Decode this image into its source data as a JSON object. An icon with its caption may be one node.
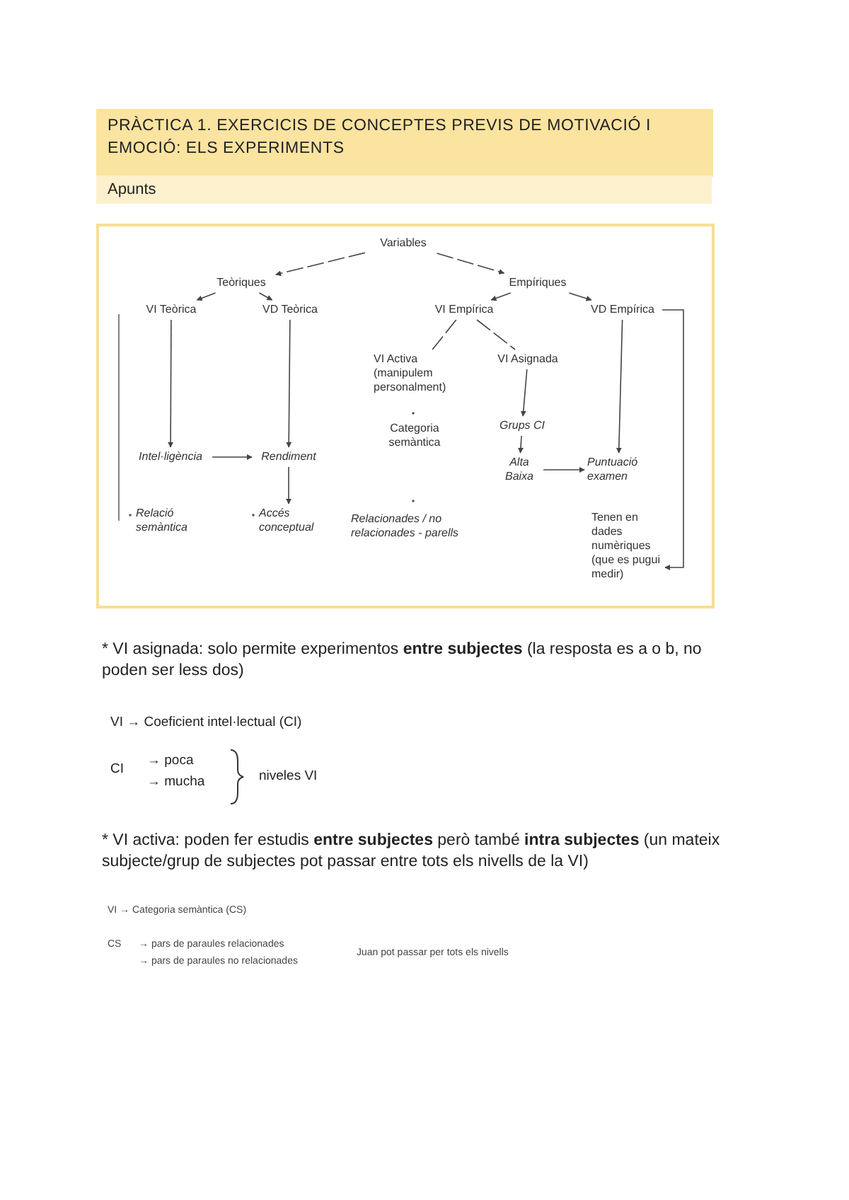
{
  "diagram": {
    "title": "PRÀCTICA 1. EXERCICIS DE CONCEPTES PREVIS DE MOTIVACIÓ I EMOCIÓ: ELS EXPERIMENTS",
    "nodes": [
      {
        "text": [
          "Variables"
        ]
      },
      {
        "text": [
          "Teòriques"
        ]
      },
      {
        "text": [
          "Empíriques"
        ]
      },
      {
        "text": [
          "VI Teòrica"
        ]
      },
      {
        "text": [
          "VD Teòrica"
        ]
      },
      {
        "text": [
          "VI Empírica"
        ]
      },
      {
        "text": [
          "VD Empírica"
        ]
      },
      {
        "text": [
          "VI Activa (manipulem personalment)"
        ]
      },
      {
        "text": [
          "VI Asignada"
        ]
      },
      {
        "text": [
          "Intel·ligència"
        ]
      },
      {
        "text": [
          "Rendiment"
        ]
      },
      {
        "text": [
          "Categoria semàntica"
        ]
      },
      {
        "text": [
          "Grups CI"
        ]
      },
      {
        "text": [
          "Alta Baixa"
        ]
      },
      {
        "text": [
          "Puntuació examen"
        ]
      },
      {
        "text": [
          "Relació semàntica"
        ]
      },
      {
        "text": [
          "Accés conceptual"
        ]
      },
      {
        "text": [
          "Relacionades / no relacionades - parells"
        ]
      },
      {
        "text": [
          "Tenen en dades numèriques (que es pugui medir)"
        ]
      }
    ],
    "edges": [
      {
        "from": 0,
        "to": 1,
        "arrow": "to",
        "style": "dashed"
      },
      {
        "from": 0,
        "to": 2,
        "arrow": "to",
        "style": "dashed"
      },
      {
        "from": 1,
        "to": 3,
        "arrow": "to"
      },
      {
        "from": 1,
        "to": 4,
        "arrow": "to"
      },
      {
        "from": 2,
        "to": 5,
        "arrow": "to"
      },
      {
        "from": 2,
        "to": 6,
        "arrow": "to"
      },
      {
        "from": 5,
        "to": 7,
        "arrow": "none",
        "style": "dashed"
      },
      {
        "from": 5,
        "to": 8,
        "arrow": "none",
        "style": "dashed"
      },
      {
        "from": 3,
        "to": 9,
        "arrow": "to"
      },
      {
        "from": 4,
        "to": 10,
        "arrow": "to"
      },
      {
        "from": 9,
        "to": 10,
        "arrow": "to"
      },
      {
        "from": 10,
        "to": 16,
        "arrow": "to"
      },
      {
        "from": 8,
        "to": 12,
        "arrow": "to"
      },
      {
        "from": 12,
        "to": 13,
        "arrow": "to"
      },
      {
        "from": 13,
        "to": 14,
        "arrow": "to"
      },
      {
        "from": 6,
        "to": 14,
        "arrow": "to"
      },
      {
        "from": 6,
        "to": 18,
        "arrow": "to"
      }
    ],
    "labels": [
      "Apunts",
      "* VI asignada: solo permite experimentos **entre subjectes** (la resposta es a o b, no poden ser less dos)",
      "VI → Coeficient intel·lectual (CI)",
      "CI",
      "→ poca",
      "→ mucha",
      "niveles VI",
      "* VI activa: poden fer estudis **entre subjectes** però també **intra subjectes** (un mateix subjecte/grup de subjectes pot passar entre tots els nivells de la VI)",
      "VI → Categoria semàntica (CS)",
      "CS",
      "→ pars de paraules relacionades",
      "→ pars de paraules no relacionades",
      "Juan pot passar per tots els nivells"
    ]
  }
}
